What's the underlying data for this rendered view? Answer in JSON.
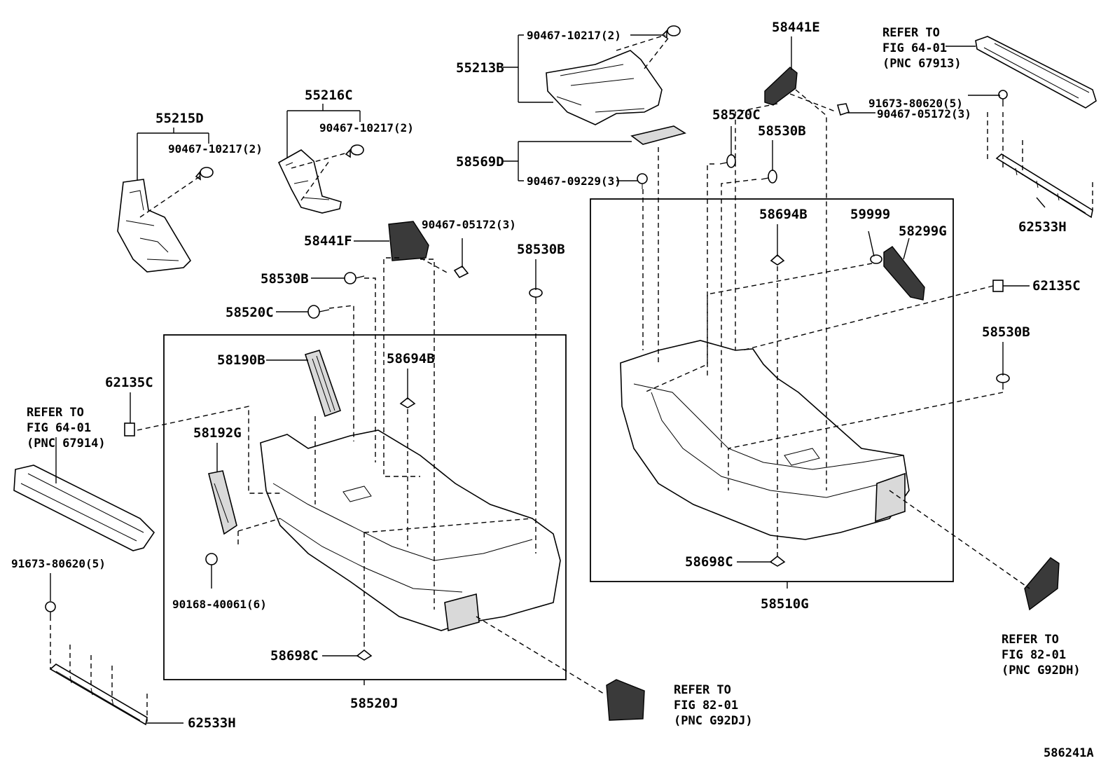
{
  "figure_code": "586241A",
  "labels": {
    "l55215D": "55215D",
    "l90467_10217_a": "90467-10217(2)",
    "l55216C": "55216C",
    "l90467_10217_b": "90467-10217(2)",
    "l55213B": "55213B",
    "l90467_10217_c": "90467-10217(2)",
    "l58569D": "58569D",
    "l90467_09229": "90467-09229(3)",
    "l58441E": "58441E",
    "l91673_80620_r": "91673-80620(5)",
    "l90467_05172_r": "90467-05172(3)",
    "l58520C_r": "58520C",
    "l58530B_r": "58530B",
    "l58694B_r": "58694B",
    "l59999": "59999",
    "l58299G": "58299G",
    "l62135C_r": "62135C",
    "l58530B_r2": "58530B",
    "l58698C_r": "58698C",
    "l58510G": "58510G",
    "l62533H_r": "62533H",
    "l58441F": "58441F",
    "l90467_05172_l": "90467-05172(3)",
    "l58530B_l": "58530B",
    "l58530B_m": "58530B",
    "l58520C_l": "58520C",
    "l58190B": "58190B",
    "l58694B_l": "58694B",
    "l62135C_l": "62135C",
    "l58192G": "58192G",
    "l90168_40061": "90168-40061(6)",
    "l58698C_l": "58698C",
    "l58520J": "58520J",
    "l91673_80620_l": "91673-80620(5)",
    "l62533H_l": "62533H"
  },
  "refs": {
    "top_right": [
      "REFER TO",
      "FIG 64-01",
      "(PNC 67913)"
    ],
    "left": [
      "REFER TO",
      "FIG 64-01",
      "(PNC 67914)"
    ],
    "bottom_right": [
      "REFER TO",
      "FIG 82-01",
      "(PNC G92DH)"
    ],
    "bottom_center": [
      "REFER TO",
      "FIG 82-01",
      "(PNC G92DJ)"
    ]
  }
}
